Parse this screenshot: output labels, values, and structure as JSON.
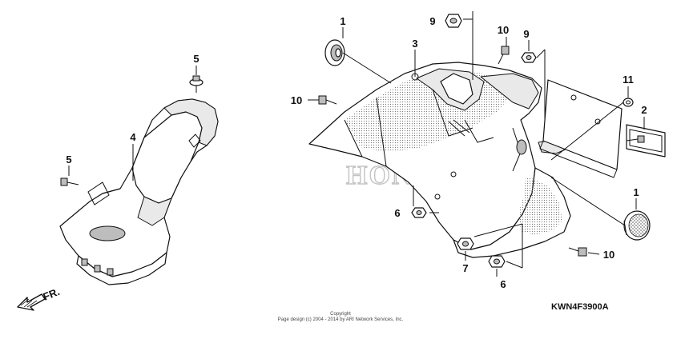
{
  "callouts": {
    "c1a": "1",
    "c1b": "1",
    "c2": "2",
    "c3": "3",
    "c4": "4",
    "c5a": "5",
    "c5b": "5",
    "c6a": "6",
    "c6b": "6",
    "c7": "7",
    "c9a": "9",
    "c9b": "9",
    "c10a": "10",
    "c10b": "10",
    "c10c": "10",
    "c11": "11"
  },
  "direction_label": "FR.",
  "diagram_code": "KWN4F3900A",
  "watermark": "HONDA",
  "copyright": {
    "line1": "Copyright",
    "line2": "Page design (c) 2004 - 2014 by ARI Network Services, Inc."
  }
}
